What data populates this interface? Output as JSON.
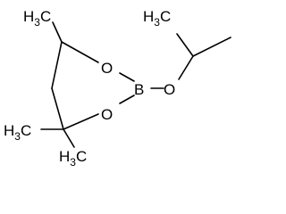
{
  "molecule": {
    "atoms": {
      "ring_o_top": "O",
      "ring_o_bottom": "O",
      "boron": "B",
      "ester_o": "O"
    },
    "methyl_groups": {
      "top_left": {
        "element": "H",
        "count": "3",
        "attach": "C"
      },
      "isopropyl_left": {
        "element": "H",
        "count": "3",
        "attach": "C"
      },
      "gem_left": {
        "element": "H",
        "count": "3",
        "attach": "C"
      },
      "gem_right": {
        "element": "H",
        "count": "3",
        "attach": "C"
      }
    }
  }
}
